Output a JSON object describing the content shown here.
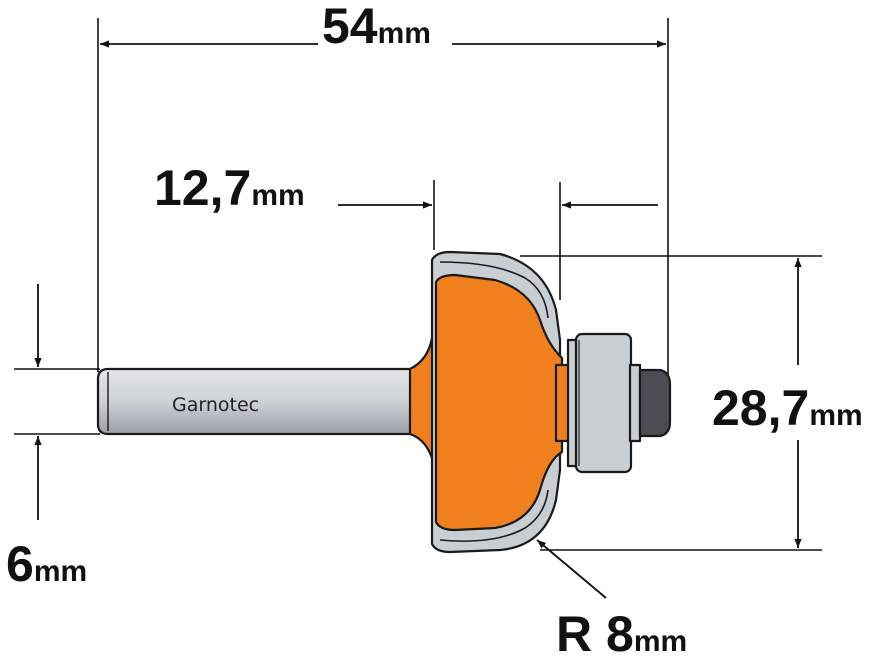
{
  "dimensions": {
    "overall_length": {
      "value": "54",
      "unit": "mm"
    },
    "cutting_length": {
      "value": "12,7",
      "unit": "mm"
    },
    "cutting_diameter": {
      "value": "28,7",
      "unit": "mm"
    },
    "shank_diameter": {
      "value": "6",
      "unit": "mm"
    },
    "radius": {
      "value": "R 8",
      "unit": "mm"
    }
  },
  "brand": {
    "shank_text": "Garnotec"
  },
  "colors": {
    "body_orange": "#F0801E",
    "steel_grey": "#C9CED3",
    "outline": "#1a1a1a",
    "bearing_dark": "#4a4d51"
  }
}
